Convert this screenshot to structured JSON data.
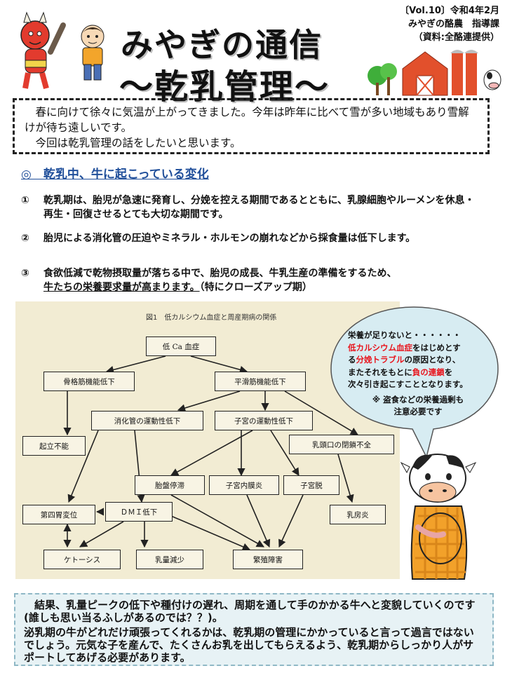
{
  "header": {
    "title_line1": "みやぎの通信",
    "title_line2": "～乾乳管理～",
    "issue": "〔Vol.10〕令和4年2月",
    "publisher": "みやぎの酪農　指導課",
    "source": "（資料:全酪連提供）"
  },
  "intro": {
    "line1": "　春に向けて徐々に気温が上がってきました。今年は昨年に比べて雪が多い地域もあり雪解けが待ち遠しいです。",
    "line2": "　今回は乾乳管理の話をしたいと思います。"
  },
  "section": {
    "heading": "◎　乾乳中、牛に起こっている変化",
    "items": [
      {
        "num": "①",
        "text": "乾乳期は、胎児が急速に発育し、分娩を控える期間であるとともに、乳腺細胞やルーメンを休息・再生・回復させるとても大切な期間です。"
      },
      {
        "num": "②",
        "text": "胎児による消化管の圧迫やミネラル・ホルモンの崩れなどから採食量は低下します。"
      },
      {
        "num": "③",
        "text_a": "食欲低減で乾物摂取量が落ちる中で、胎児の成長、牛乳生産の準備をするため、",
        "text_b": "牛たちの栄養要求量が高まります。",
        "text_c": "（特にクローズアップ期）"
      }
    ]
  },
  "figure": {
    "title": "図1　低カルシウム血症と周産期病の関係",
    "nodes": {
      "hypocalcemia": "低 Ca 血症",
      "skeletal": "骨格筋機能低下",
      "smooth": "平滑筋機能低下",
      "digestive": "消化管の運動性低下",
      "uterine_motility": "子宮の運動性低下",
      "teat_closure": "乳頭口の閉鎖不全",
      "downer": "起立不能",
      "retained_placenta": "胎盤停滞",
      "endometritis": "子宮内膜炎",
      "prolapse": "子宮脱",
      "da": "第四胃変位",
      "dmi": "ＤＭＩ低下",
      "mastitis": "乳房炎",
      "ketosis": "ケトーシス",
      "milk_drop": "乳量減少",
      "fertility": "繁殖障害"
    }
  },
  "bubble": {
    "l1": "栄養が足りないと・・・・・・",
    "l2_red": "低カルシウム血症",
    "l2_rest": "をはじめとす",
    "l3_pre": "る",
    "l3_red": "分娩トラブル",
    "l3_rest": "の原因となり、",
    "l4_pre": "またそれをもとに",
    "l4_red": "負の連鎖",
    "l4_rest": "を",
    "l5": "次々引き起こすこととなります。",
    "note1": "※ 盗食などの栄養過剰も",
    "note2": "注意必要です"
  },
  "conclusion": {
    "p1": "　結果、乳量ピークの低下や種付けの遅れ、周期を通して手のかかる牛へと変貌していくのです(誰しも思い当るふしがあるのでは？？)。",
    "p2": "泌乳期の牛がどれだけ頑張ってくれるかは、乾乳期の管理にかかっていると言って過言ではないでしょう。元気な子を産んで、たくさんお乳を出してもらえるよう、乾乳期からしっかり人がサポートしてあげる必要があります。"
  },
  "colors": {
    "accent_blue": "#1f4e9a",
    "highlight_red": "#e8141c",
    "bubble_fill": "#d7ecf2",
    "figure_bg": "#f2ecd3"
  }
}
